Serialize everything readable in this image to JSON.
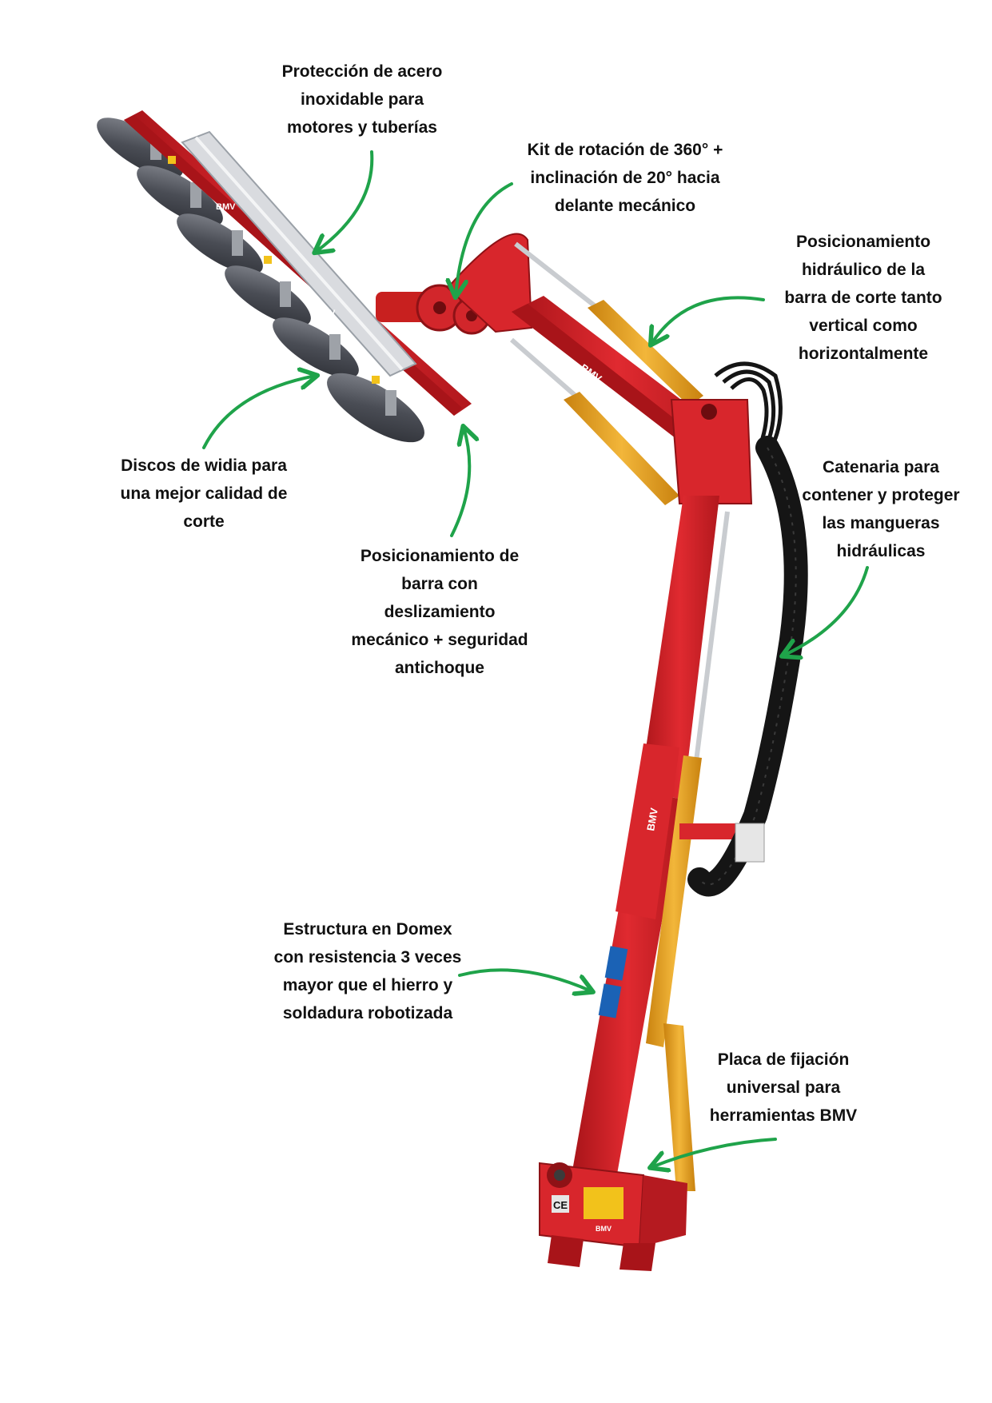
{
  "colors": {
    "frame": "#d8262c",
    "frame_dark": "#a81419",
    "cylinder": "#e7a21f",
    "rod": "#c9ccd0",
    "disc": "#5b5e66",
    "cover": "#d9dbdf",
    "chain": "#151515",
    "arrow": "#1fa34a",
    "label_sticker": "#1b62b5"
  },
  "icons": [
    "arrow-icon",
    "ce-mark-icon",
    "warning-sticker-icon",
    "info-sticker-icon"
  ],
  "callouts": {
    "protection": [
      "Protección de acero",
      "inoxidable para",
      "motores y tuberías"
    ],
    "rotation_kit": [
      "Kit de rotación de 360° +",
      "inclinación de 20° hacia",
      "delante mecánico"
    ],
    "hydraulic_positioning": [
      "Posicionamiento",
      "hidráulico de la",
      "barra de corte tanto",
      "vertical como",
      "horizontalmente"
    ],
    "widia_discs": [
      "Discos de widia para",
      "una mejor calidad de",
      "corte"
    ],
    "bar_positioning": [
      "Posicionamiento de",
      "barra con",
      "deslizamiento",
      "mecánico + seguridad",
      "antichoque"
    ],
    "catenary": [
      "Catenaria para",
      "contener y proteger",
      "las mangueras",
      "hidráulicas"
    ],
    "structure": [
      "Estructura en Domex",
      "con resistencia 3 veces",
      "mayor que el hierro y",
      "soldadura robotizada"
    ],
    "plate": [
      "Placa de fijación",
      "universal para",
      "herramientas BMV"
    ]
  },
  "machine": {
    "brand_marks": [
      "BMV",
      "BMV",
      "BMV",
      "BMV",
      "BMV"
    ],
    "ce_mark": "CE"
  }
}
